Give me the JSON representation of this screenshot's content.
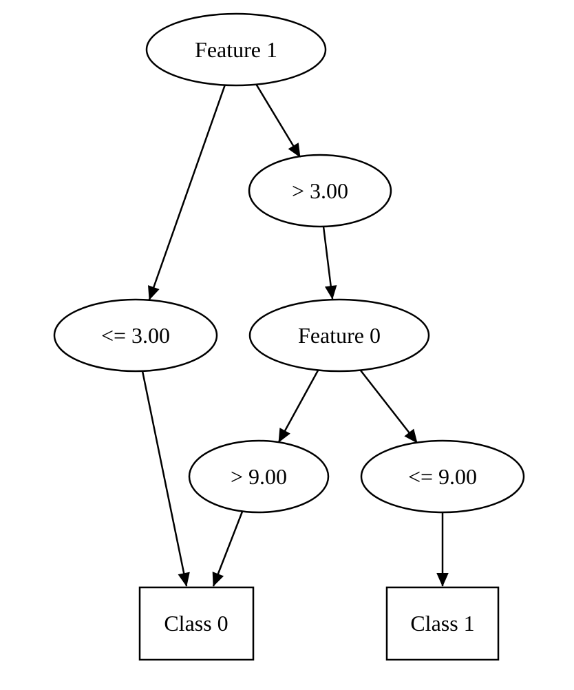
{
  "diagram": {
    "type": "decision-tree",
    "title": "Decision tree diagram",
    "colors": {
      "background": "#ffffff",
      "stroke": "#000000",
      "text": "#000000"
    },
    "nodes": {
      "feature1": {
        "label": "Feature 1",
        "shape": "ellipse",
        "role": "root-split"
      },
      "gt3": {
        "label": "> 3.00",
        "shape": "ellipse",
        "role": "branch-condition"
      },
      "le3": {
        "label": "<= 3.00",
        "shape": "ellipse",
        "role": "branch-condition"
      },
      "feature0": {
        "label": "Feature 0",
        "shape": "ellipse",
        "role": "split"
      },
      "gt9": {
        "label": "> 9.00",
        "shape": "ellipse",
        "role": "branch-condition"
      },
      "le9": {
        "label": "<= 9.00",
        "shape": "ellipse",
        "role": "branch-condition"
      },
      "class0": {
        "label": "Class 0",
        "shape": "box",
        "role": "leaf-class"
      },
      "class1": {
        "label": "Class 1",
        "shape": "box",
        "role": "leaf-class"
      }
    },
    "edges": [
      {
        "from": "feature1",
        "to": "le3"
      },
      {
        "from": "feature1",
        "to": "gt3"
      },
      {
        "from": "gt3",
        "to": "feature0"
      },
      {
        "from": "feature0",
        "to": "gt9"
      },
      {
        "from": "feature0",
        "to": "le9"
      },
      {
        "from": "le3",
        "to": "class0"
      },
      {
        "from": "gt9",
        "to": "class0"
      },
      {
        "from": "le9",
        "to": "class1"
      }
    ]
  }
}
